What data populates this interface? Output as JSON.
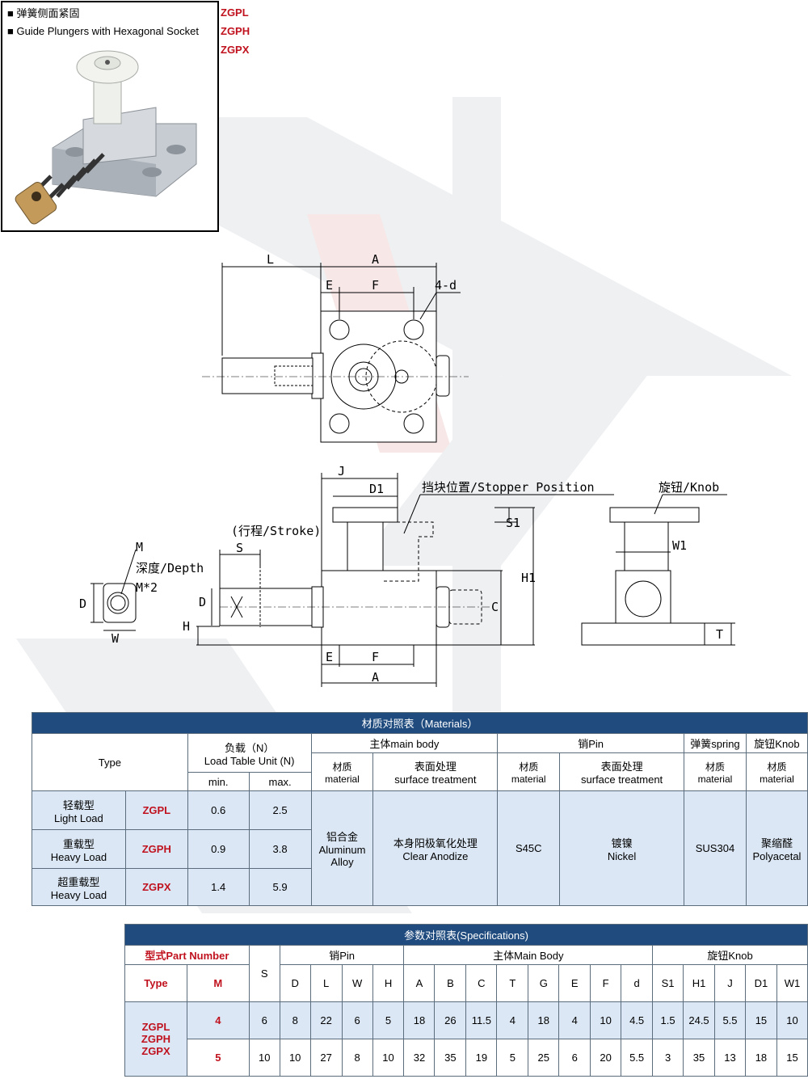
{
  "header": {
    "bullet1": "■ 弹簧侧面紧固",
    "bullet2": "■ Guide Plungers with Hexagonal Socket",
    "codes": [
      "ZGPL",
      "ZGPH",
      "ZGPX"
    ]
  },
  "drawing_labels": {
    "L": "L",
    "A": "A",
    "E": "E",
    "F": "F",
    "four_d": "4-d",
    "J": "J",
    "D1": "D1",
    "stopper": "挡块位置/Stopper Position",
    "knob": "旋钮/Knob",
    "stroke": "(行程/Stroke)",
    "S": "S",
    "M": "M",
    "depth": "深度/Depth",
    "Mstar2": "M*2",
    "D": "D",
    "W": "W",
    "H": "H",
    "S1": "S1",
    "H1": "H1",
    "C": "C",
    "W1": "W1",
    "T": "T"
  },
  "materials": {
    "title": "材质对照表（Materials）",
    "type_label": "Type",
    "load_label_cn": "负载（N）",
    "load_label_en": "Load Table Unit (N)",
    "min": "min.",
    "max": "max.",
    "main_body": "主体main body",
    "pin": "销Pin",
    "spring": "弹簧spring",
    "knob": "旋钮Knob",
    "mat_cn": "材质",
    "mat_en": "material",
    "surf_cn": "表面处理",
    "surf_en": "surface treatment",
    "rows": [
      {
        "cn": "轻载型",
        "en": "Light Load",
        "code": "ZGPL",
        "min": "0.6",
        "max": "2.5"
      },
      {
        "cn": "重载型",
        "en": "Heavy Load",
        "code": "ZGPH",
        "min": "0.9",
        "max": "3.8"
      },
      {
        "cn": "超重载型",
        "en": "Heavy Load",
        "code": "ZGPX",
        "min": "1.4",
        "max": "5.9"
      }
    ],
    "body_mat_cn": "铝合金",
    "body_mat_en1": "Aluminum",
    "body_mat_en2": "Alloy",
    "body_surf_cn": "本身阳极氧化处理",
    "body_surf_en": "Clear Anodize",
    "pin_mat": "S45C",
    "pin_surf_cn": "镀镍",
    "pin_surf_en": "Nickel",
    "spring_mat": "SUS304",
    "knob_mat_cn": "聚缩醛",
    "knob_mat_en": "Polyacetal"
  },
  "specs": {
    "title": "参数对照表(Specifications)",
    "part_number": "型式Part Number",
    "S": "S",
    "pin": "销Pin",
    "main_body": "主体Main Body",
    "knob": "旋钮Knob",
    "type": "Type",
    "M": "M",
    "cols": [
      "D",
      "L",
      "W",
      "H",
      "A",
      "B",
      "C",
      "T",
      "G",
      "E",
      "F",
      "d",
      "S1",
      "H1",
      "J",
      "D1",
      "W1"
    ],
    "types": [
      "ZGPL",
      "ZGPH",
      "ZGPX"
    ],
    "rows": [
      {
        "M": "4",
        "S": "6",
        "vals": [
          "8",
          "22",
          "6",
          "5",
          "18",
          "26",
          "11.5",
          "4",
          "18",
          "4",
          "10",
          "4.5",
          "1.5",
          "24.5",
          "5.5",
          "15",
          "10"
        ]
      },
      {
        "M": "5",
        "S": "10",
        "vals": [
          "10",
          "27",
          "8",
          "10",
          "32",
          "35",
          "19",
          "5",
          "25",
          "6",
          "20",
          "5.5",
          "3",
          "35",
          "13",
          "18",
          "15"
        ]
      }
    ]
  }
}
